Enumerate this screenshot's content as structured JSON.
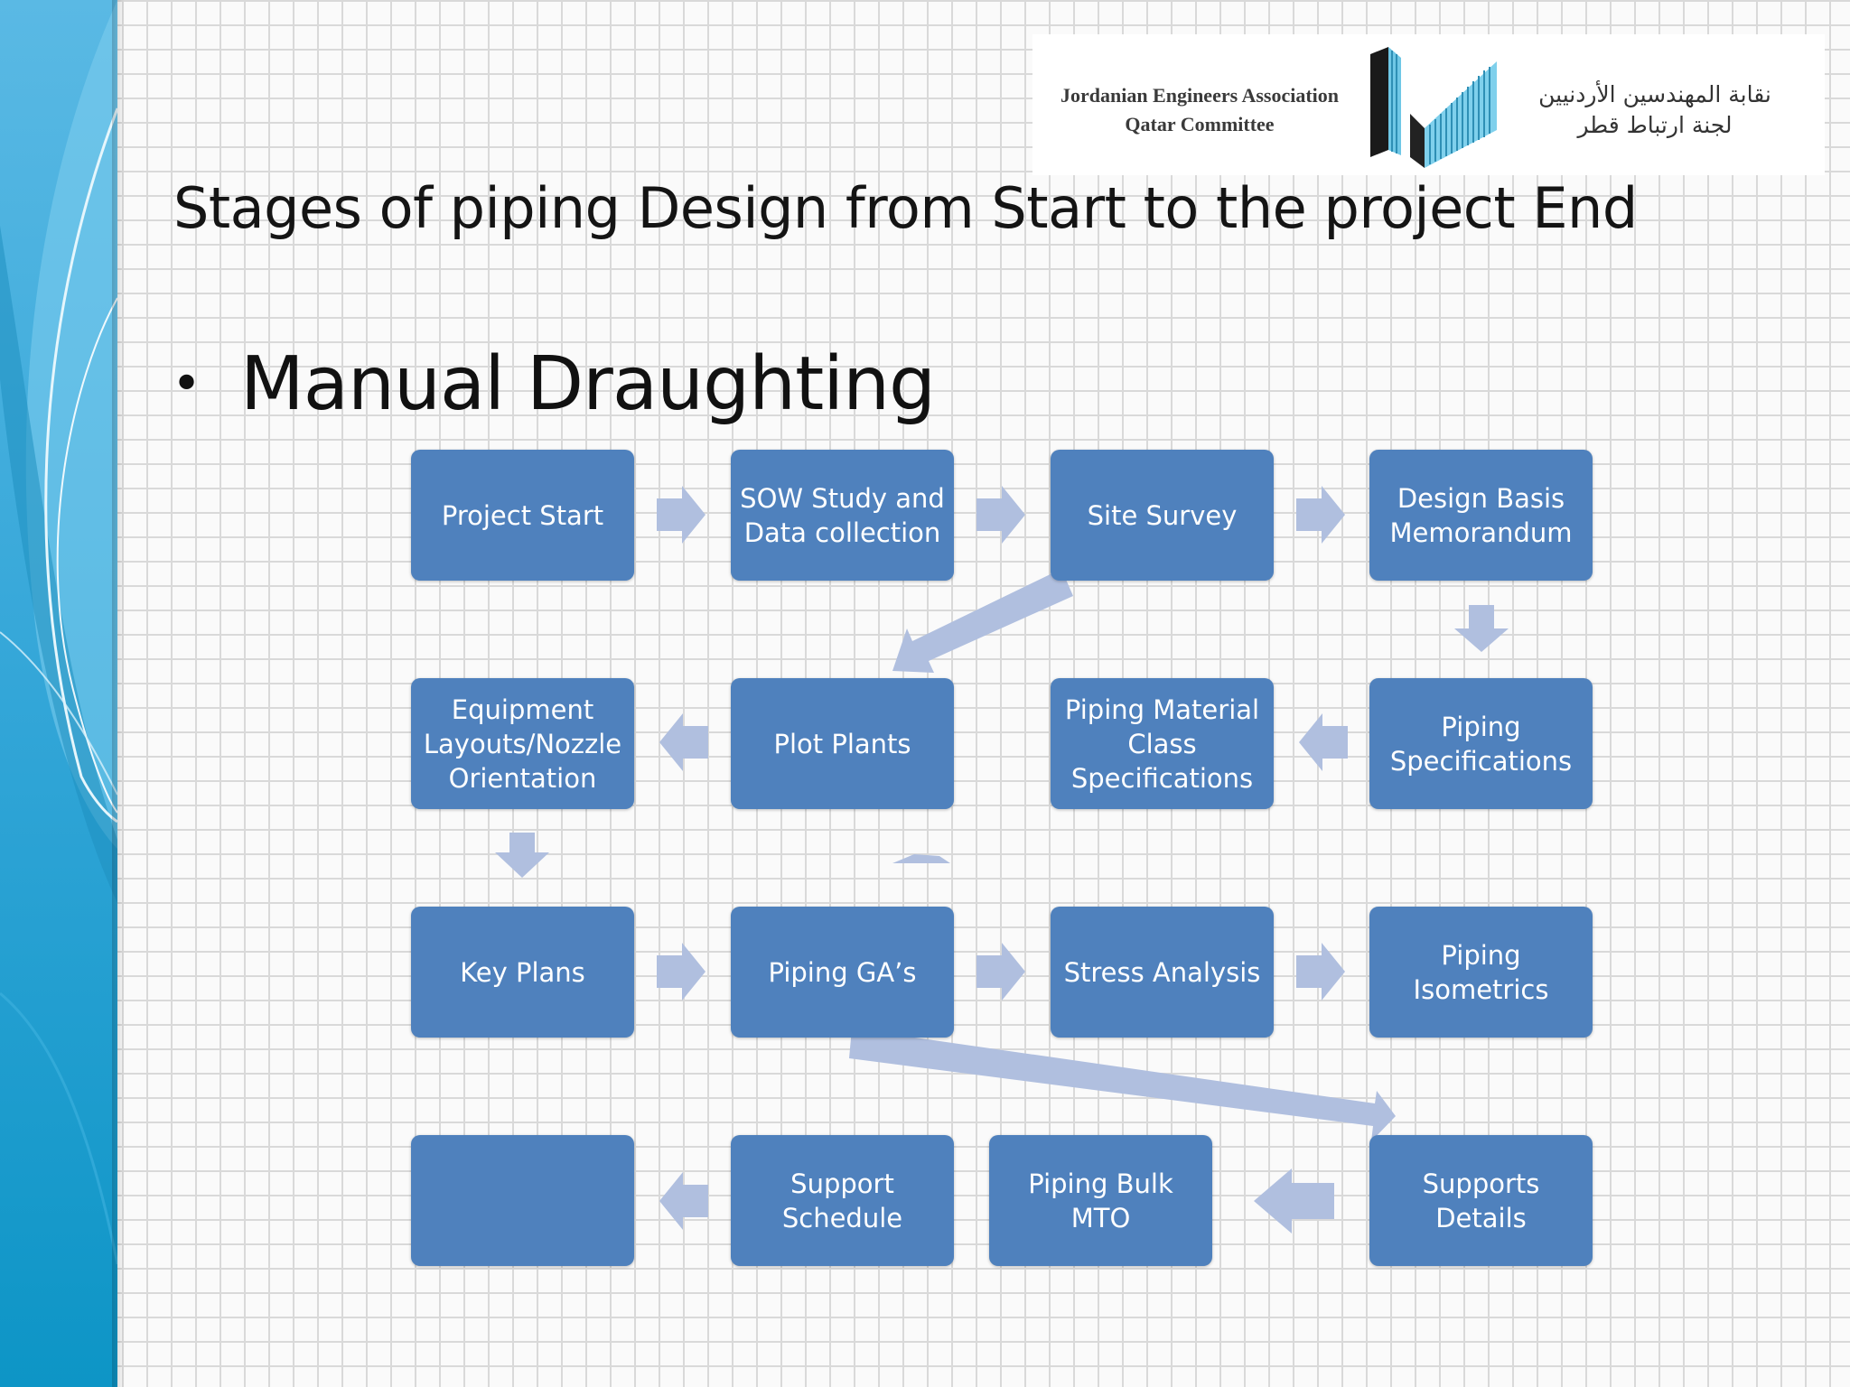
{
  "slide": {
    "title": "Stages of piping Design from Start to the project End",
    "bullet": "Manual Draughting"
  },
  "logo": {
    "english": "Jordanian Engineers Association\nQatar Committee",
    "arabic": "نقابة المهندسين الأردنيين\nلجنة ارتباط قطر"
  },
  "diagram": {
    "nodes": {
      "project_start": "Project Start",
      "sow_study": "SOW Study and Data collection",
      "site_survey": "Site Survey",
      "design_basis": "Design Basis Memorandum",
      "equipment_layouts": "Equipment Layouts/Nozzle Orientation",
      "plot_plants": "Plot Plants",
      "piping_material_class": "Piping Material Class Specifications",
      "piping_specifications": "Piping Specifications",
      "key_plans": "Key Plans",
      "piping_gas": "Piping GA’s",
      "stress_analysis": "Stress Analysis",
      "piping_isometrics": "Piping Isometrics",
      "empty_box": "",
      "support_schedule": "Support Schedule",
      "piping_bulk_mto": "Piping Bulk MTO",
      "supports_details": "Supports Details"
    },
    "edges": [
      [
        "project_start",
        "sow_study"
      ],
      [
        "sow_study",
        "site_survey"
      ],
      [
        "site_survey",
        "design_basis"
      ],
      [
        "design_basis",
        "piping_specifications"
      ],
      [
        "piping_specifications",
        "piping_material_class"
      ],
      [
        "site_survey",
        "plot_plants"
      ],
      [
        "plot_plants",
        "equipment_layouts"
      ],
      [
        "equipment_layouts",
        "key_plans"
      ],
      [
        "key_plans",
        "piping_gas"
      ],
      [
        "piping_gas",
        "stress_analysis"
      ],
      [
        "stress_analysis",
        "piping_isometrics"
      ],
      [
        "piping_gas",
        "supports_details"
      ],
      [
        "supports_details",
        "piping_bulk_mto"
      ],
      [
        "support_schedule",
        "empty_box"
      ]
    ],
    "colors": {
      "box": "#4f81bd",
      "arrow": "#b0bfdf",
      "text": "#ffffff"
    }
  }
}
